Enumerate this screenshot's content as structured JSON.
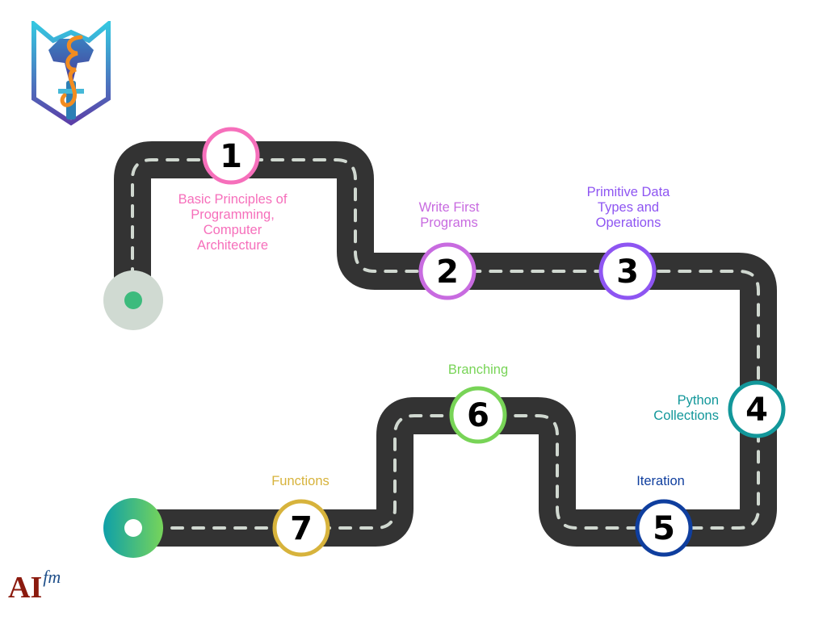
{
  "diagram": {
    "type": "roadmap",
    "road_color": "#333333",
    "dash_color": "#d0d8d0",
    "start_marker": {
      "name": "start",
      "outer_color": "#d0dad2",
      "inner_color": "#3dbb7d"
    },
    "end_marker": {
      "name": "end",
      "gradient_from": "#0fa0a8",
      "gradient_to": "#76d45a",
      "inner_color": "#ffffff"
    },
    "milestones": [
      {
        "number": "1",
        "label": "Basic Principles of\nProgramming,\nComputer\nArchitecture",
        "color": "#f66fbb"
      },
      {
        "number": "2",
        "label": "Write First\nPrograms",
        "color": "#c86be0"
      },
      {
        "number": "3",
        "label": "Primitive Data\nTypes and\nOperations",
        "color": "#8e55f2"
      },
      {
        "number": "4",
        "label": "Python\nCollections",
        "color": "#12979a"
      },
      {
        "number": "5",
        "label": "Iteration",
        "color": "#0f3e9e"
      },
      {
        "number": "6",
        "label": "Branching",
        "color": "#78d457"
      },
      {
        "number": "7",
        "label": "Functions",
        "color": "#d7b33c"
      }
    ]
  },
  "branding": {
    "logo_icon": "shield-crest-logo-icon",
    "footer_logo": {
      "main": "AI",
      "superscript": "fm"
    }
  }
}
